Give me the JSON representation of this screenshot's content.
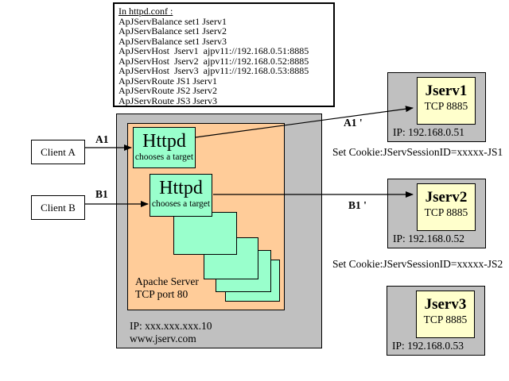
{
  "colors": {
    "background": "#ffffff",
    "server_gray": "#c0c0c0",
    "apache_orange": "#ffcc99",
    "process_green": "#99ffcc",
    "jserv_yellow": "#ffffcc",
    "line_black": "#000000"
  },
  "config_box": {
    "title": "In httpd.conf :",
    "lines": [
      "ApJServBalance set1 Jserv1",
      "ApJServBalance set1 Jserv2",
      "ApJServBalance set1 Jserv3",
      "ApJServHost  Jserv1  ajpv11://192.168.0.51:8885",
      "ApJServHost  Jserv2  ajpv11://192.168.0.52:8885",
      "ApJServHost  Jserv3  ajpv11://192.168.0.53:8885",
      "ApJServRoute JS1 Jserv1",
      "ApJServRoute JS2 Jserv2",
      "ApJServRoute JS3 Jserv3"
    ]
  },
  "clients": {
    "a": "Client A",
    "b": "Client B"
  },
  "apache_server": {
    "httpd1": {
      "title": "Httpd",
      "subtitle": "chooses a target"
    },
    "httpd2": {
      "title": "Httpd",
      "subtitle": "chooses a target"
    },
    "label_line1": "Apache Server",
    "label_line2": "TCP port 80",
    "ip": "IP: xxx.xxx.xxx.10",
    "hostname": "www.jserv.com"
  },
  "jservs": [
    {
      "name": "Jserv1",
      "port": "TCP 8885",
      "ip": "IP: 192.168.0.51"
    },
    {
      "name": "Jserv2",
      "port": "TCP 8885",
      "ip": "IP: 192.168.0.52"
    },
    {
      "name": "Jserv3",
      "port": "TCP 8885",
      "ip": "IP: 192.168.0.53"
    }
  ],
  "cookies": {
    "js1": "Set Cookie:JServSessionID=xxxxx-JS1",
    "js2": "Set Cookie:JServSessionID=xxxxx-JS2"
  },
  "arrow_labels": {
    "a1": "A1",
    "b1": "B1",
    "a1_prime": "A1 '",
    "b1_prime": "B1 '"
  }
}
